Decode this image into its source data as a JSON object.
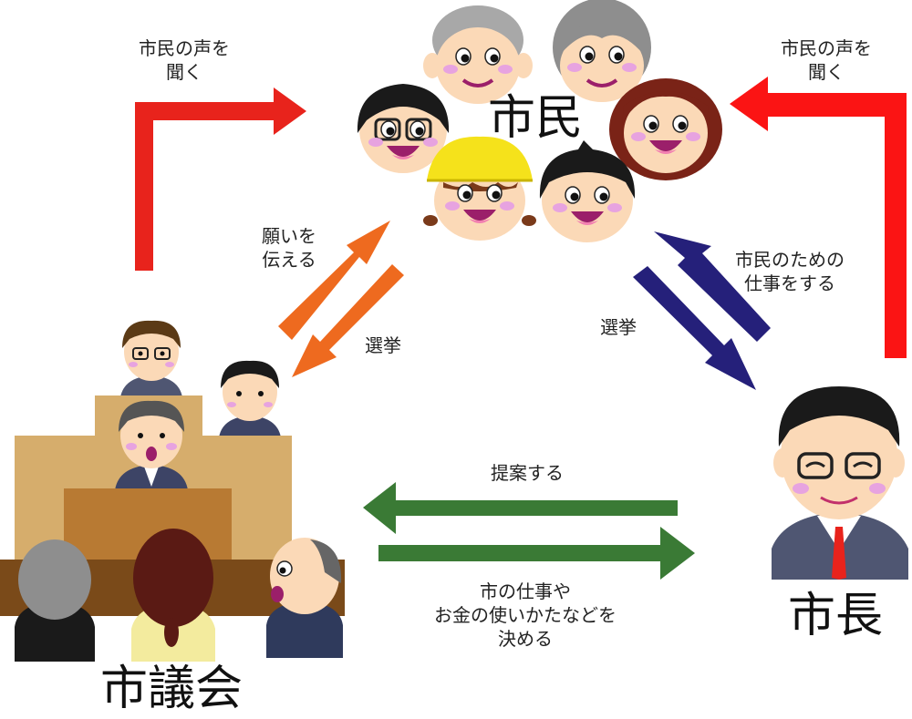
{
  "nodes": {
    "citizens": "市民",
    "mayor": "市長",
    "council": "市議会"
  },
  "labels": {
    "listen_left": "市民の声を\n聞く",
    "listen_right": "市民の声を\n聞く",
    "convey_wishes": "願いを\n伝える",
    "election_left": "選挙",
    "election_right": "選挙",
    "work_for_citizens": "市民のための\n仕事をする",
    "propose": "提案する",
    "decide": "市の仕事や\nお金の使いかたなどを\n決める"
  },
  "colors": {
    "red_arrow": "#e8231c",
    "orange_arrow": "#ee6a1f",
    "navy_arrow": "#25207a",
    "green_arrow": "#3a7a35",
    "skin": "#fbd9b7",
    "cheek": "#e7a3e0",
    "hair": "#1a1a1a",
    "suit": "#4f5672",
    "desk": "#d6ad6c",
    "desk_dark": "#a66f2c"
  }
}
